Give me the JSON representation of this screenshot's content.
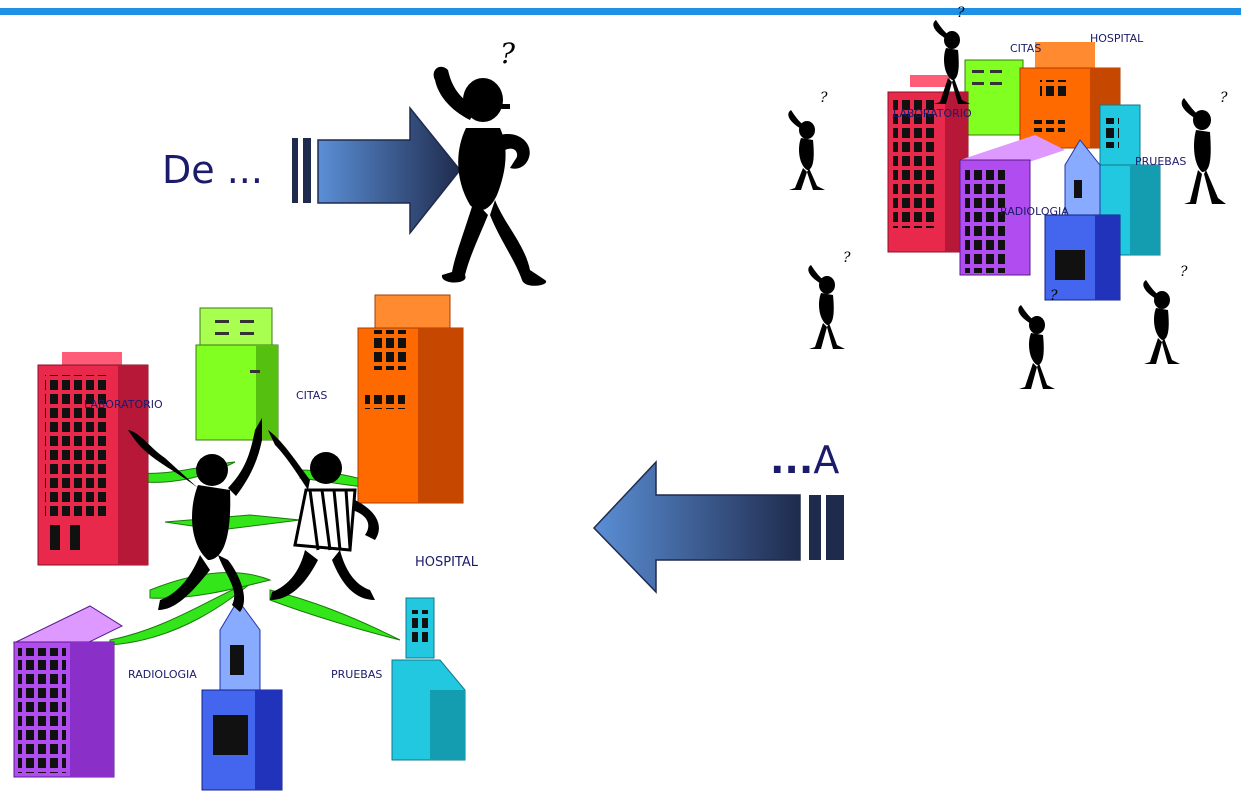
{
  "slide": {
    "from_text": "De ...",
    "to_text_prefix": "...",
    "to_text": "A",
    "question_mark": "?"
  },
  "buildings_top": {
    "laboratorio": "LABORATORIO",
    "citas": "CITAS",
    "hospital": "HOSPITAL",
    "pruebas": "PRUEBAS",
    "radiologia": "RADIOLOGIA"
  },
  "buildings_bottom": {
    "laboratorio": "LABORATORIO",
    "citas": "CITAS",
    "hospital": "HOSPITAL",
    "radiologia": "RADIOLOGIA",
    "pruebas": "PRUEBAS"
  },
  "colors": {
    "top_bar": "#1e90e6",
    "text": "#1b1b6b",
    "arrow_dark": "#1f2b4d",
    "arrow_light": "#5b8fd6",
    "lab": "#e8294b",
    "citas": "#80ff20",
    "hospital": "#ff6a00",
    "pruebas": "#22c8e0",
    "radiologia": "#b14cf0",
    "tower": "#4466ee",
    "path": "#33e61a"
  }
}
